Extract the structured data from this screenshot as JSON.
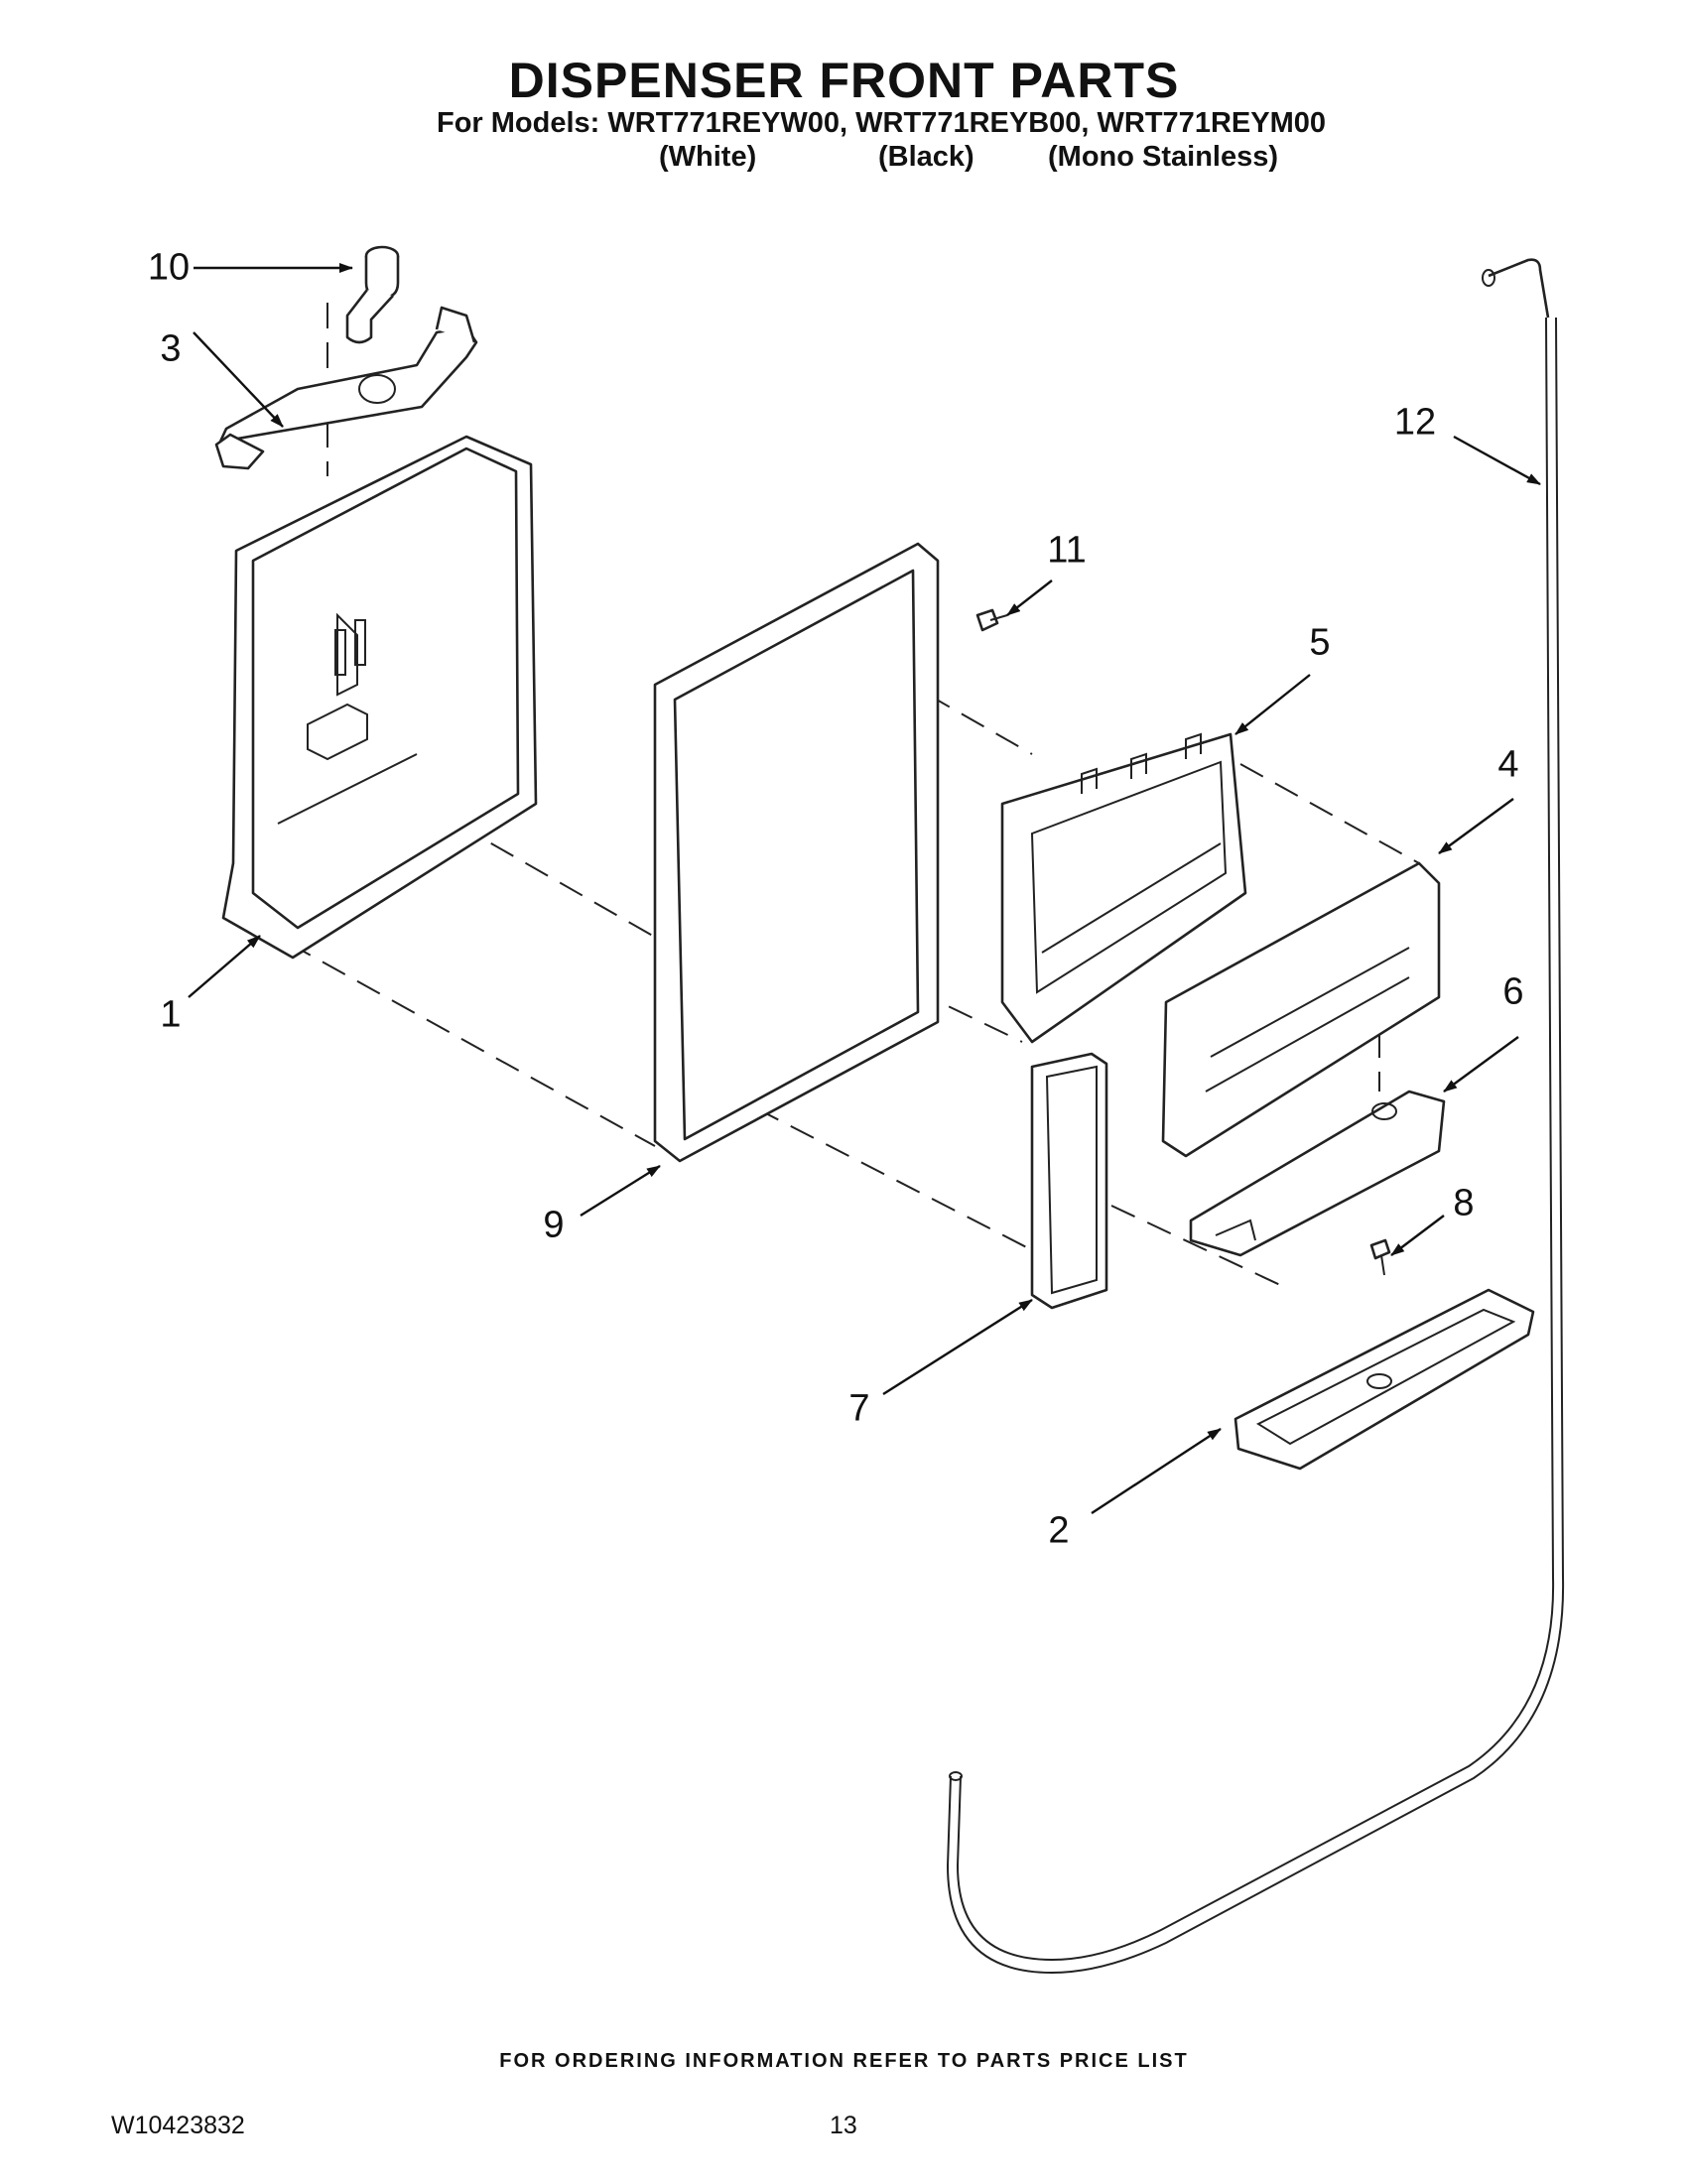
{
  "header": {
    "title": "DISPENSER FRONT PARTS",
    "models_line": "For Models: WRT771REYW00, WRT771REYB00, WRT771REYM00",
    "variant_white": "(White)",
    "variant_black": "(Black)",
    "variant_mono": "(Mono Stainless)"
  },
  "callouts": [
    {
      "id": "c10",
      "label": "10"
    },
    {
      "id": "c3",
      "label": "3"
    },
    {
      "id": "c12",
      "label": "12"
    },
    {
      "id": "c11",
      "label": "11"
    },
    {
      "id": "c5",
      "label": "5"
    },
    {
      "id": "c4",
      "label": "4"
    },
    {
      "id": "c1",
      "label": "1"
    },
    {
      "id": "c6",
      "label": "6"
    },
    {
      "id": "c9",
      "label": "9"
    },
    {
      "id": "c8",
      "label": "8"
    },
    {
      "id": "c7",
      "label": "7"
    },
    {
      "id": "c2",
      "label": "2"
    }
  ],
  "footer": {
    "ordering_note": "FOR ORDERING INFORMATION REFER TO PARTS PRICE LIST",
    "document_number": "W10423832",
    "page_number": "13"
  }
}
